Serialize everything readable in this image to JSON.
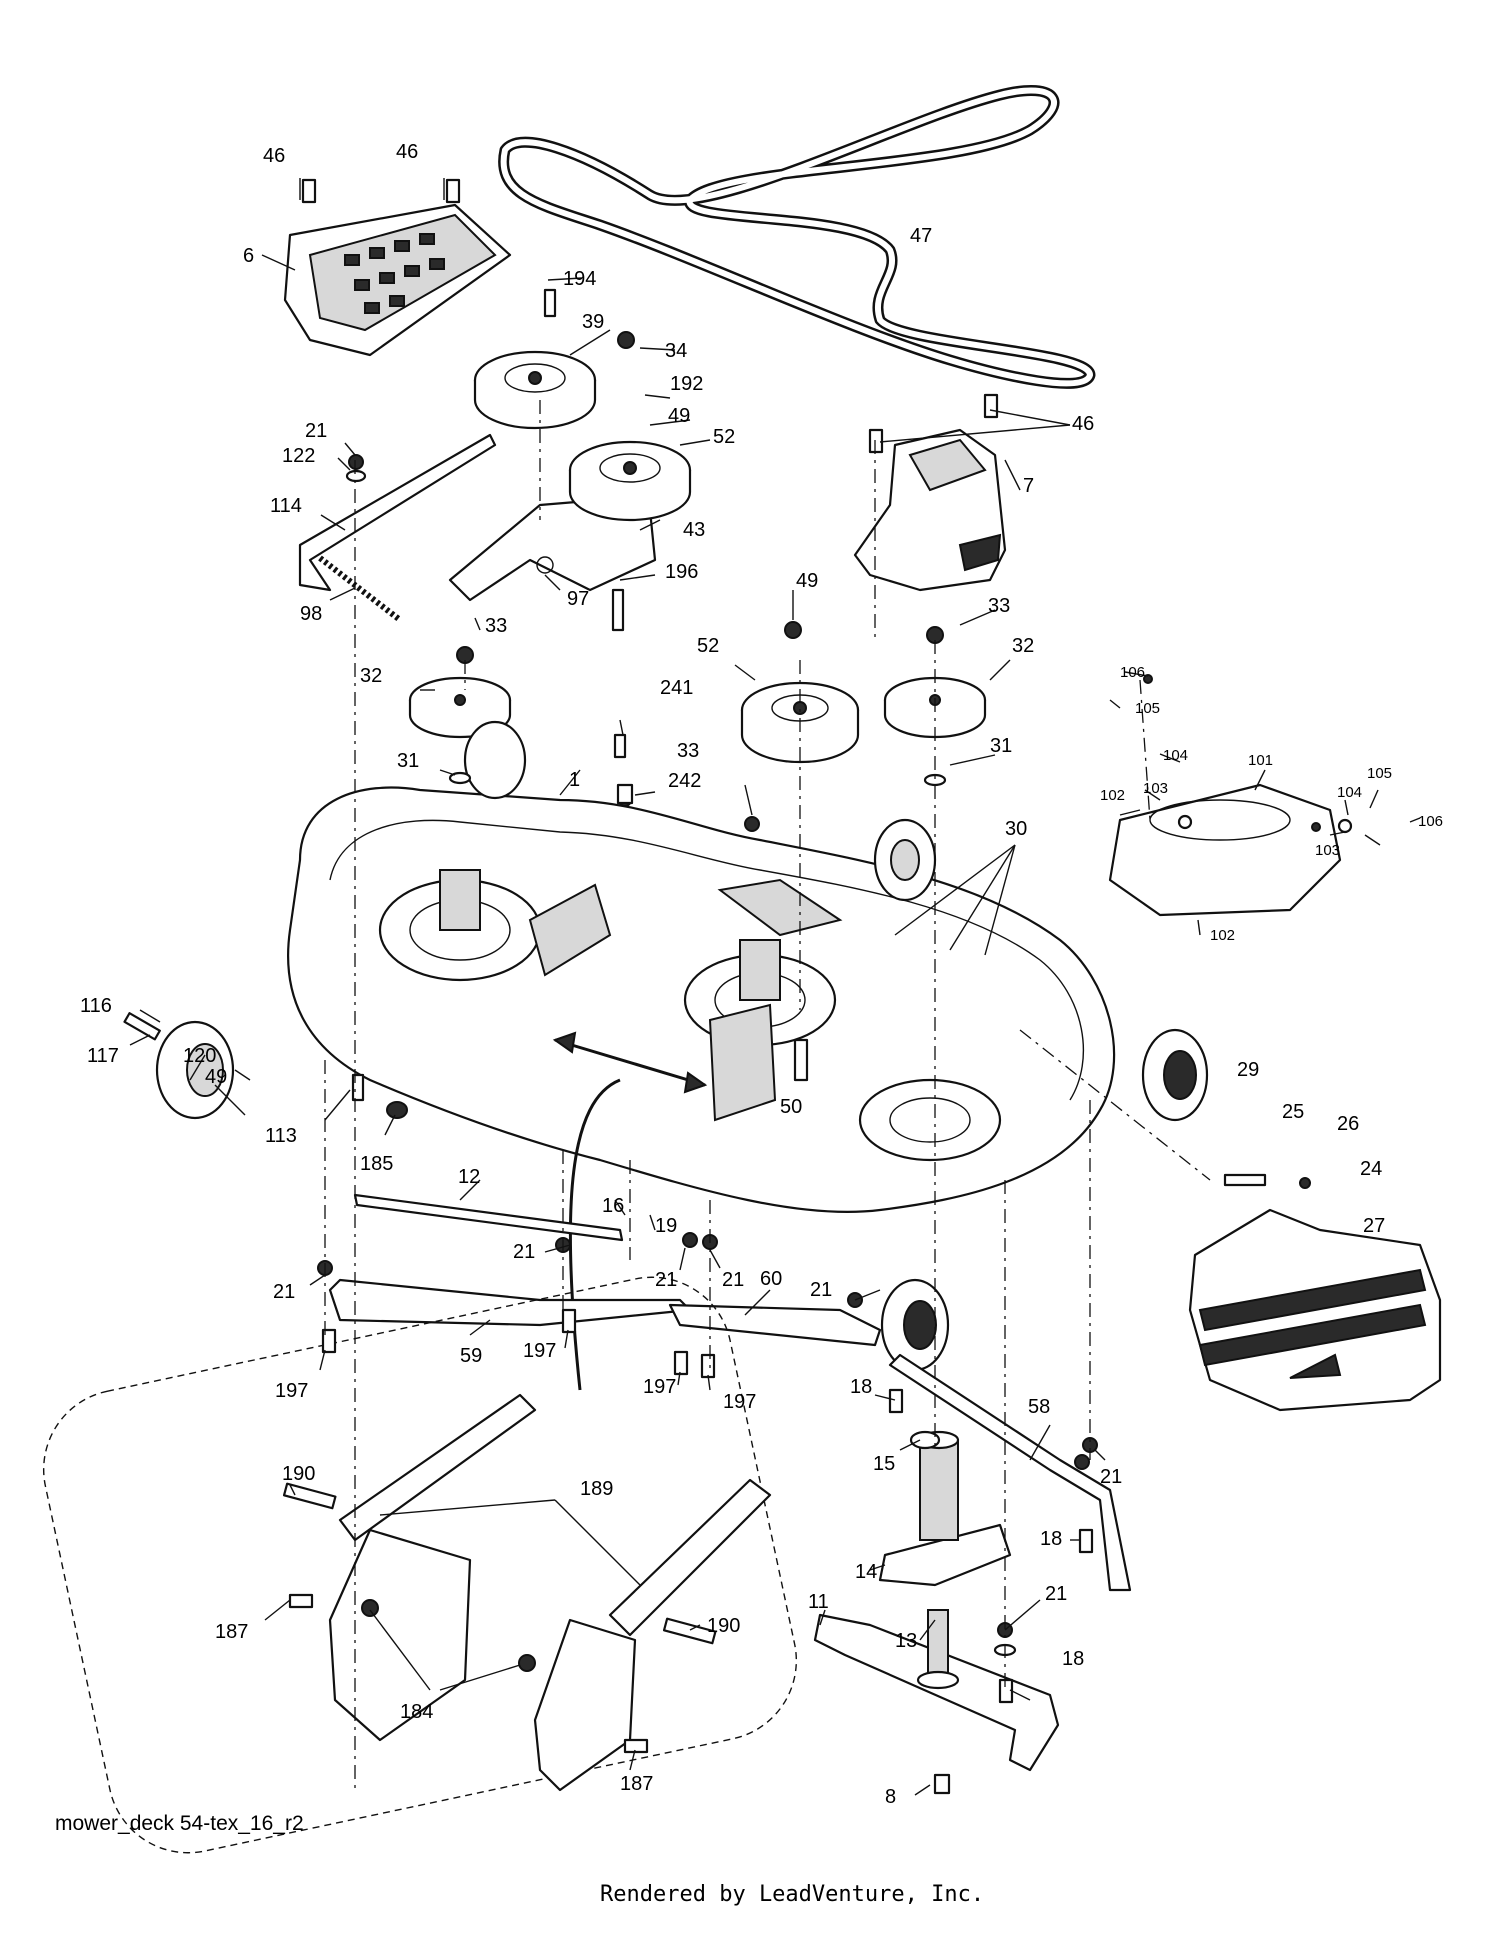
{
  "callouts": {
    "c1": "1",
    "c6": "6",
    "c7": "7",
    "c8": "8",
    "c11": "11",
    "c12": "12",
    "c13": "13",
    "c14": "14",
    "c15": "15",
    "c16": "16",
    "c18a": "18",
    "c18b": "18",
    "c18c": "18",
    "c19": "19",
    "c21a": "21",
    "c21b": "21",
    "c21c": "21",
    "c21d": "21",
    "c21e": "21",
    "c21f": "21",
    "c21g": "21",
    "c21h": "21",
    "c24": "24",
    "c25": "25",
    "c26": "26",
    "c27": "27",
    "c29": "29",
    "c30": "30",
    "c31a": "31",
    "c31b": "31",
    "c32a": "32",
    "c32b": "32",
    "c33a": "33",
    "c33b": "33",
    "c33c": "33",
    "c34": "34",
    "c39": "39",
    "c43": "43",
    "c46a": "46",
    "c46b": "46",
    "c46c": "46",
    "c47": "47",
    "c49a": "49",
    "c49b": "49",
    "c49c": "49",
    "c50": "50",
    "c52a": "52",
    "c52b": "52",
    "c58": "58",
    "c59": "59",
    "c60": "60",
    "c97": "97",
    "c98": "98",
    "c101": "101",
    "c102a": "102",
    "c102b": "102",
    "c103a": "103",
    "c103b": "103",
    "c104a": "104",
    "c104b": "104",
    "c105a": "105",
    "c105b": "105",
    "c106a": "106",
    "c106b": "106",
    "c113": "113",
    "c114": "114",
    "c116": "116",
    "c117": "117",
    "c120": "120",
    "c122": "122",
    "c184": "184",
    "c185": "185",
    "c187a": "187",
    "c187b": "187",
    "c189": "189",
    "c190a": "190",
    "c190b": "190",
    "c192": "192",
    "c194": "194",
    "c196": "196",
    "c197a": "197",
    "c197b": "197",
    "c197c": "197",
    "c197d": "197",
    "c241": "241",
    "c242": "242"
  },
  "drawing_id": "mower_deck 54-tex_16_r2",
  "render_credit": "Rendered by LeadVenture, Inc."
}
